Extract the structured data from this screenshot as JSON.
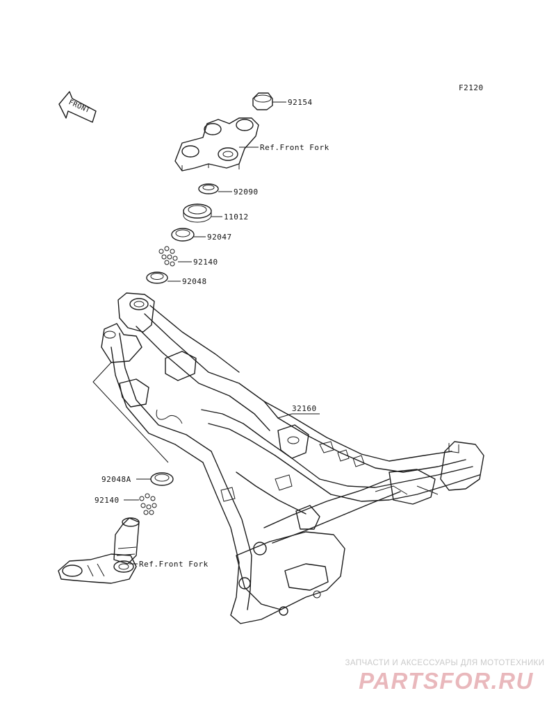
{
  "diagram_code": "F2120",
  "front_arrow_label": "FRONT",
  "parts": [
    {
      "id": "92154",
      "label": "92154"
    },
    {
      "id": "ref-front-fork-upper",
      "label": "Ref.Front Fork"
    },
    {
      "id": "92090",
      "label": "92090"
    },
    {
      "id": "11012",
      "label": "11012"
    },
    {
      "id": "92047",
      "label": "92047"
    },
    {
      "id": "92140-upper",
      "label": "92140"
    },
    {
      "id": "92048",
      "label": "92048"
    },
    {
      "id": "32160",
      "label": "32160"
    },
    {
      "id": "92048A",
      "label": "92048A"
    },
    {
      "id": "92140-lower",
      "label": "92140"
    },
    {
      "id": "ref-front-fork-lower",
      "label": "Ref.Front Fork"
    }
  ],
  "watermark": {
    "caption": "ЗАПЧАСТИ И АКСЕССУАРЫ ДЛЯ МОТОТЕХНИКИ",
    "logo": "PARTSFOR.RU"
  }
}
